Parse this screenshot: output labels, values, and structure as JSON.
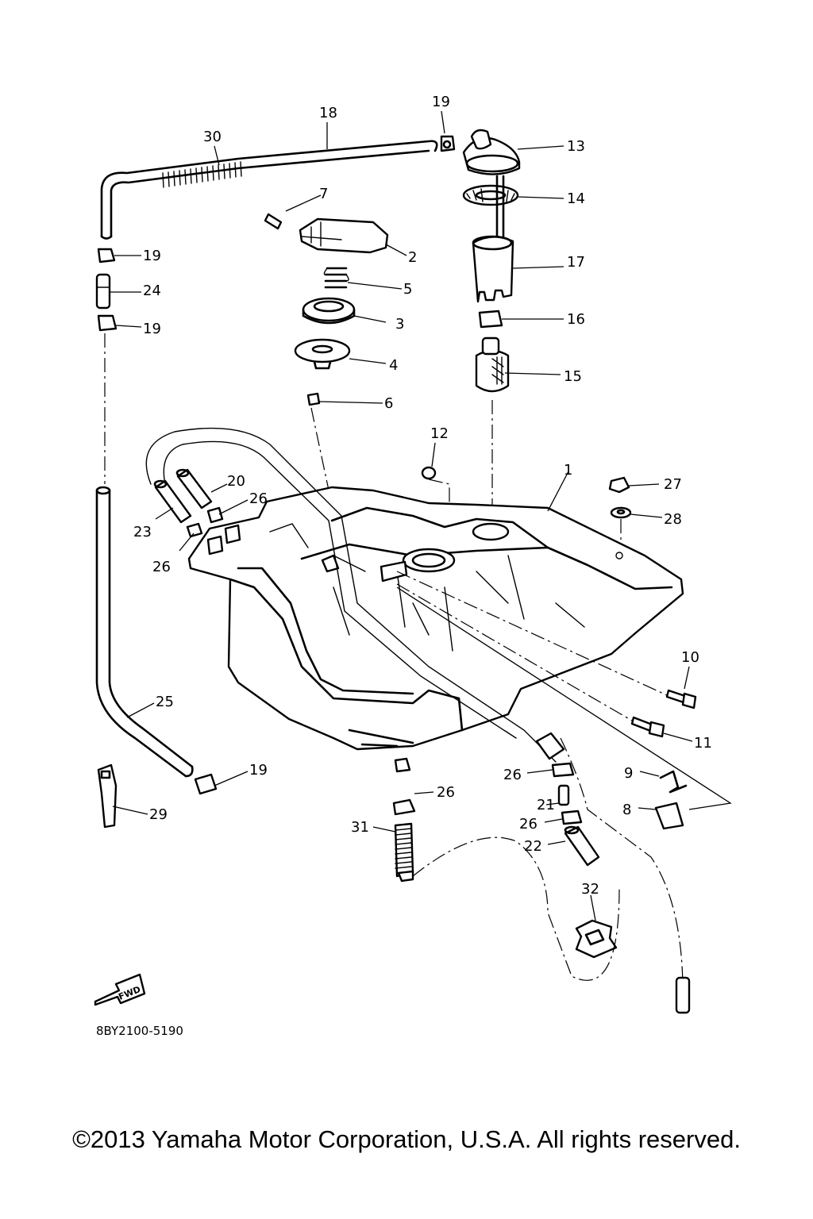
{
  "diagram": {
    "part_labels": {
      "p1": "1",
      "p2": "2",
      "p3": "3",
      "p4": "4",
      "p5": "5",
      "p6": "6",
      "p7": "7",
      "p8": "8",
      "p9": "9",
      "p10": "10",
      "p11": "11",
      "p12": "12",
      "p13": "13",
      "p14": "14",
      "p15": "15",
      "p16": "16",
      "p17": "17",
      "p18": "18",
      "p19": "19",
      "p20": "20",
      "p21": "21",
      "p22": "22",
      "p23": "23",
      "p24": "24",
      "p25": "25",
      "p26": "26",
      "p27": "27",
      "p28": "28",
      "p29": "29",
      "p30": "30",
      "p31": "31",
      "p32": "32"
    },
    "fwd_marker": "FWD",
    "drawing_code": "8BY2100-5190"
  },
  "footer": {
    "copyright": "©2013 Yamaha Motor Corporation, U.S.A. All rights reserved."
  }
}
